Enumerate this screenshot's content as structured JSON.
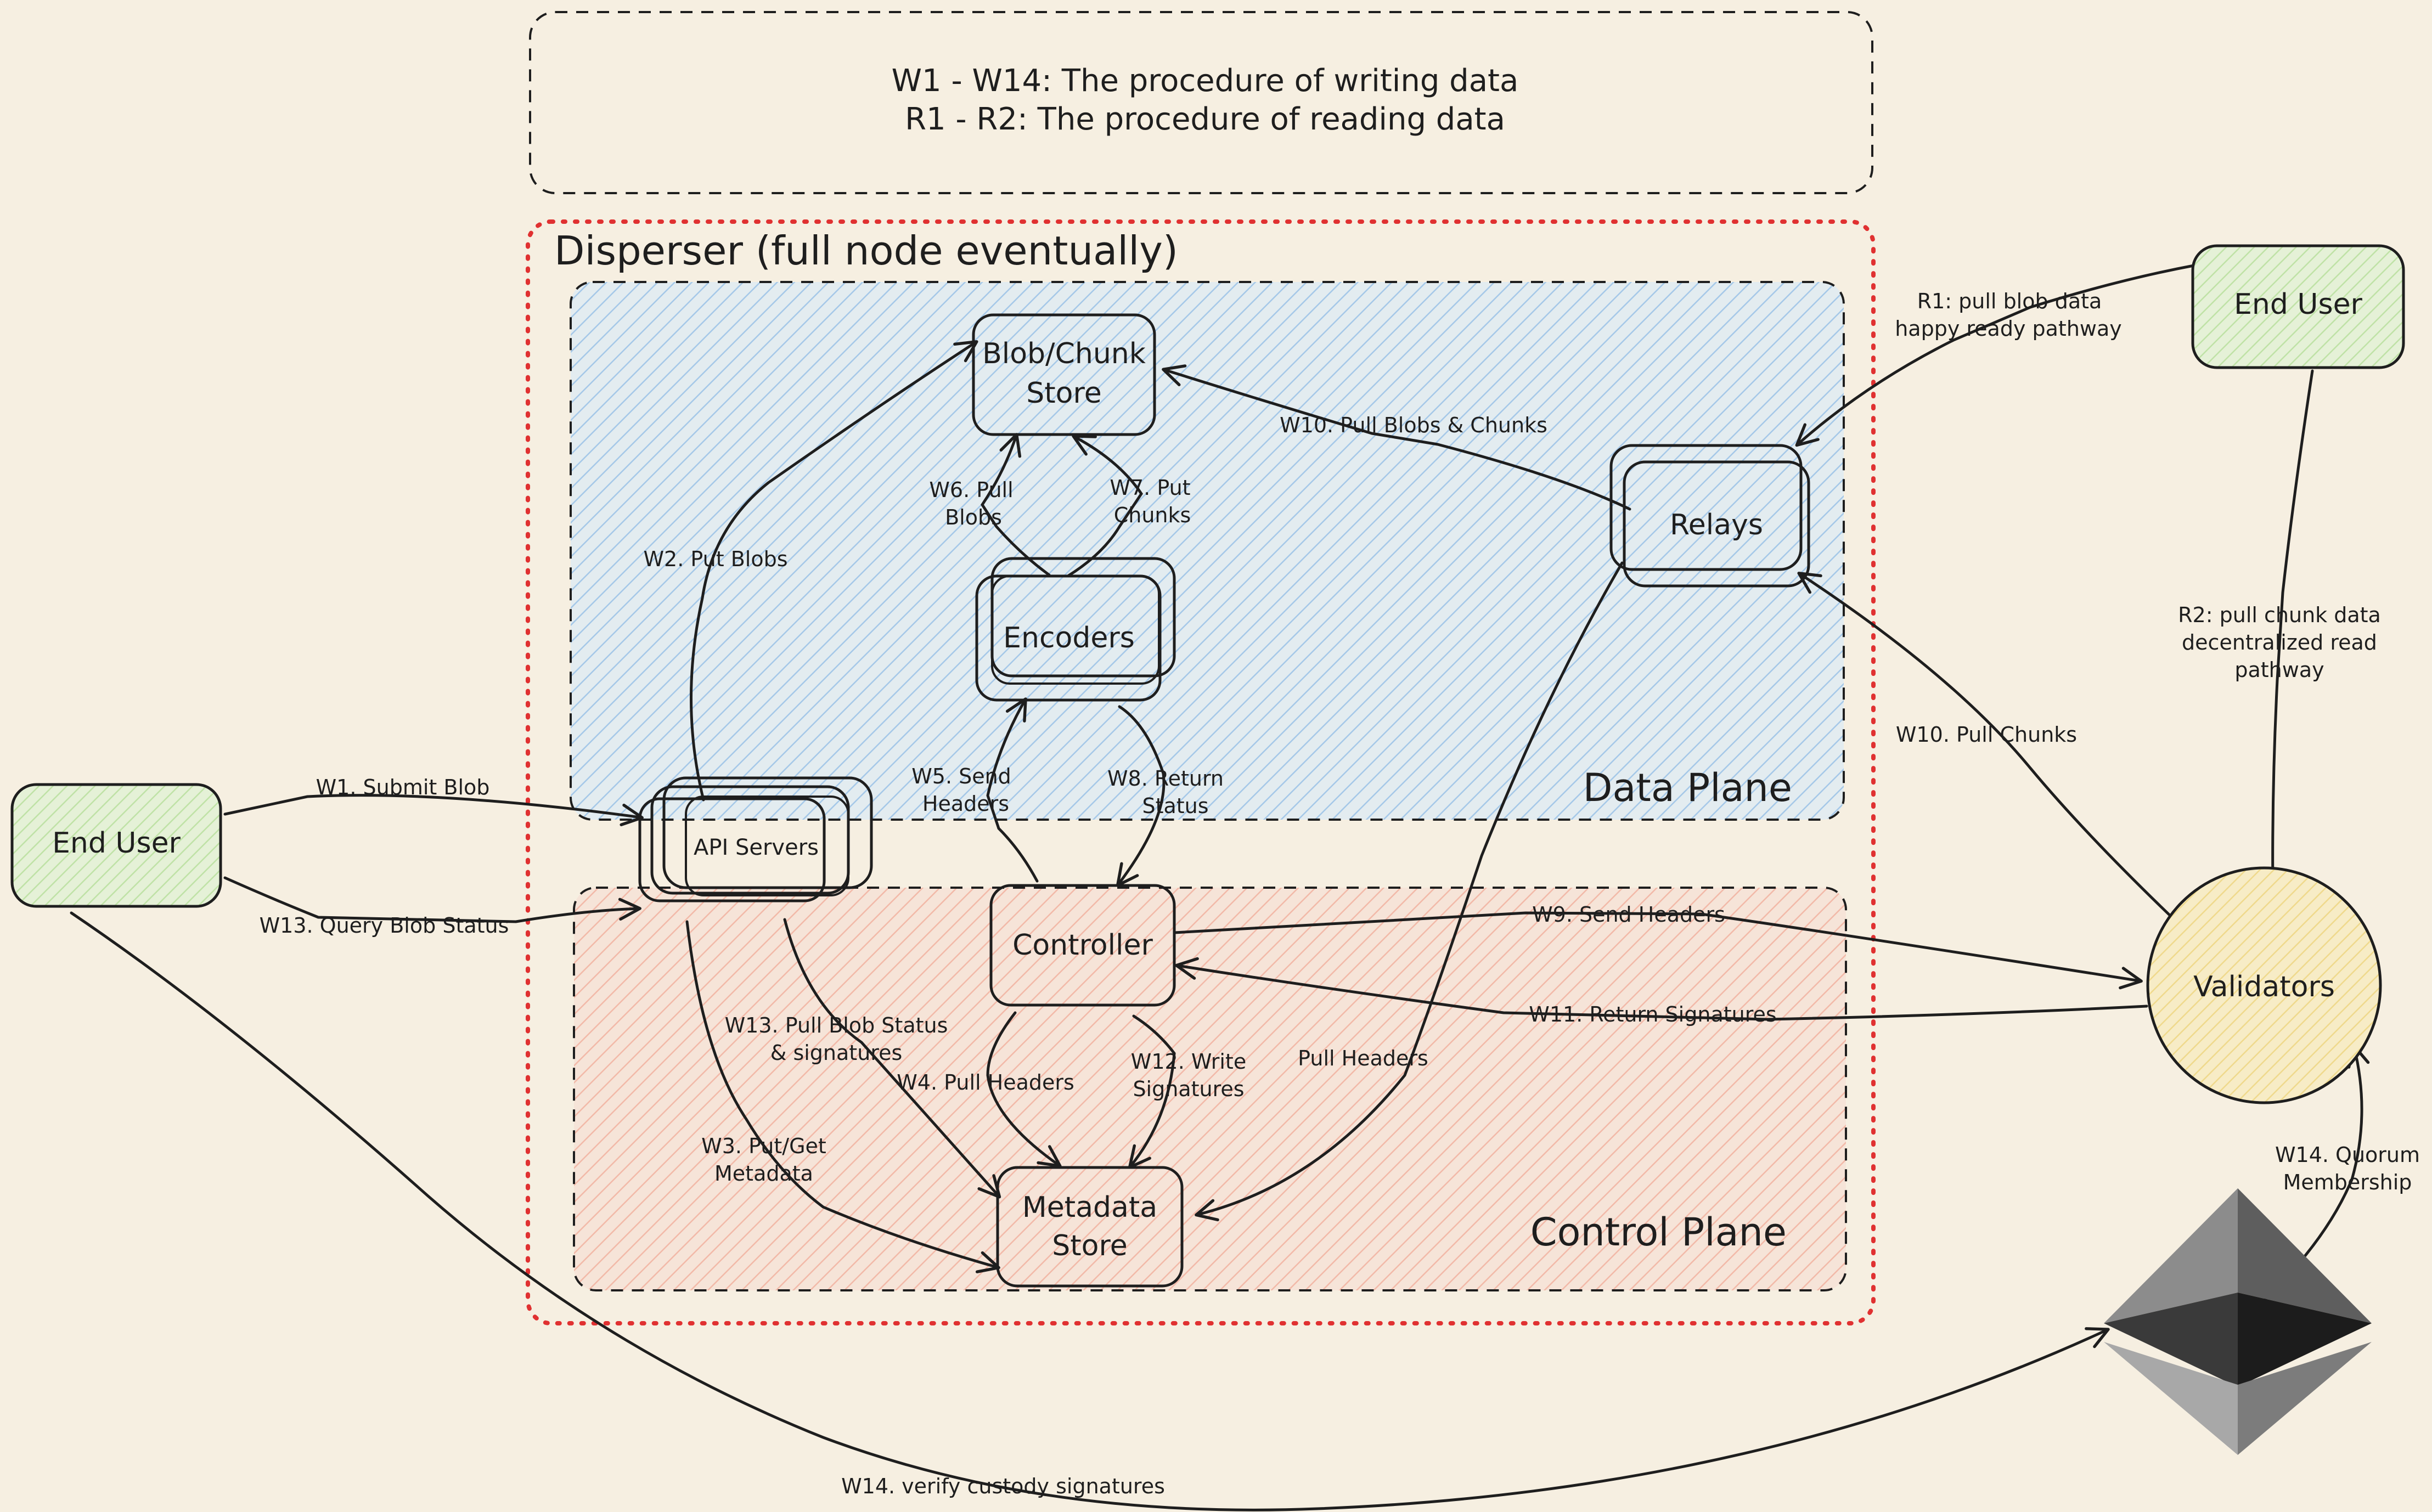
{
  "legend": {
    "lines": [
      "W1 - W14: The procedure of writing data",
      "R1 - R2: The procedure of reading data"
    ]
  },
  "disperser": {
    "title": "Disperser (full node eventually)"
  },
  "planes": {
    "data_plane": "Data Plane",
    "control_plane": "Control Plane"
  },
  "nodes": {
    "end_user_left": "End User",
    "end_user_right": "End User",
    "blob_chunk_store": [
      "Blob/Chunk",
      "Store"
    ],
    "encoders": "Encoders",
    "relays": "Relays",
    "api_servers": "API Servers",
    "controller": "Controller",
    "metadata_store": [
      "Metadata",
      "Store"
    ],
    "validators": "Validators"
  },
  "edges": {
    "w1": "W1. Submit Blob",
    "w13_query": "W13. Query Blob Status",
    "w2": "W2. Put Blobs",
    "w3": [
      "W3. Put/Get",
      "Metadata"
    ],
    "w4": "W4. Pull Headers",
    "w5": [
      "W5. Send",
      "Headers"
    ],
    "w6": [
      "W6. Pull",
      "Blobs"
    ],
    "w7": [
      "W7. Put",
      "Chunks"
    ],
    "w8": [
      "W8. Return",
      "Status"
    ],
    "w9": "W9. Send Headers",
    "w10_blobs": "W10. Pull Blobs & Chunks",
    "w10_chunks": "W10. Pull Chunks",
    "w11": "W11. Return Signatures",
    "w12": [
      "W12. Write",
      "Signatures"
    ],
    "w13_pull": [
      "W13. Pull Blob Status",
      "& signatures"
    ],
    "w14_quorum": [
      "W14. Quorum",
      "Membership"
    ],
    "w14_verify": "W14. verify custody signatures",
    "pull_headers": "Pull Headers",
    "r1": [
      "R1: pull blob data",
      "happy ready pathway"
    ],
    "r2": [
      "R2: pull chunk data",
      "decentralized read",
      "pathway"
    ]
  },
  "colors": {
    "background": "#f6efe1",
    "stroke": "#1e1e1e",
    "data_plane_hatch": "#a5c8e8",
    "control_plane_hatch": "#f2b9a8",
    "end_user_fill": "#d9efc8",
    "validators_fill": "#f7e6a8",
    "disperser_border": "#e03131",
    "ethereum_dark": "#2b2b2b",
    "ethereum_mid": "#6b6b6b",
    "ethereum_light": "#9a9a9a"
  }
}
